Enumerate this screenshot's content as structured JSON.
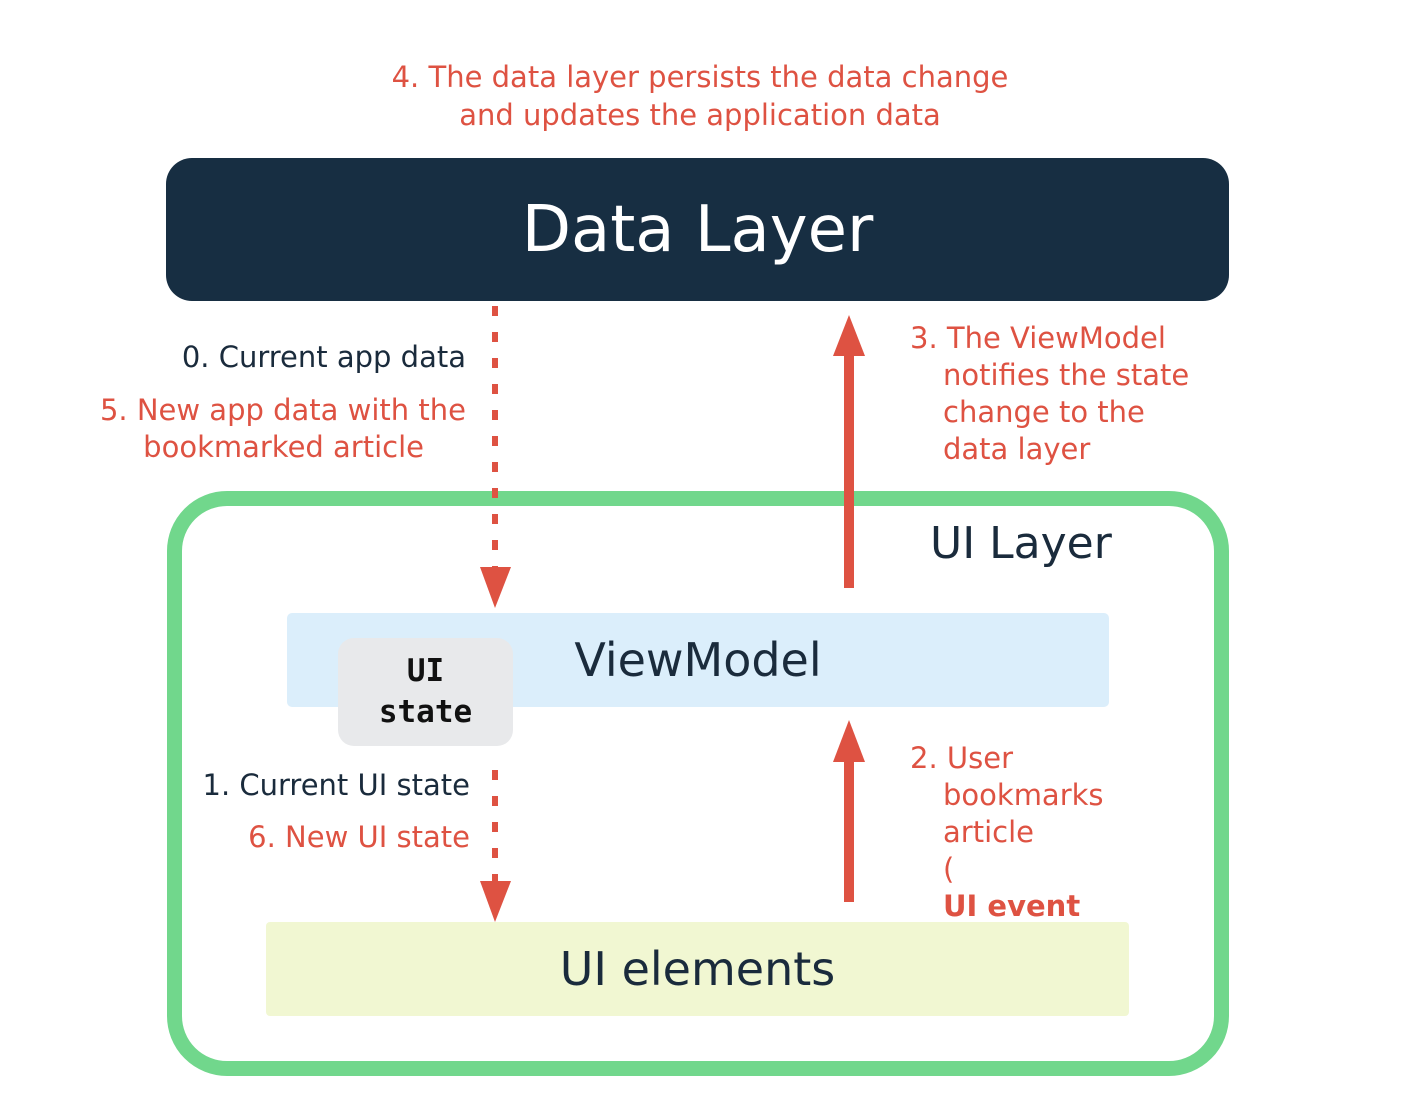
{
  "notes": {
    "step4_line1": "4. The data layer persists the data change",
    "step4_line2": "and updates the application data",
    "step0": "0. Current app data",
    "step5_line1": "5. New app data with the",
    "step5_line2": "bookmarked article",
    "step3_line1": "3. The ViewModel",
    "step3_line2": "notifies the state",
    "step3_line3": "change to the",
    "step3_line4": "data layer",
    "step1": "1. Current UI state",
    "step6": "6. New UI state",
    "step2_line1": "2. User",
    "step2_line2": "bookmarks",
    "step2_line3": "article",
    "step2_paren_open": "(",
    "step2_event": "UI event",
    "step2_paren_close": ")"
  },
  "boxes": {
    "data_layer": "Data Layer",
    "ui_layer": "UI Layer",
    "viewmodel": "ViewModel",
    "ui_state_line1": "UI",
    "ui_state_line2": "state",
    "ui_elements": "UI elements"
  },
  "colors": {
    "accent_red": "#de5242",
    "data_layer_bg": "#172e42",
    "ui_layer_border": "#71d78c",
    "viewmodel_bg": "#dbeefb",
    "ui_elements_bg": "#f1f7d2",
    "ui_state_bg": "#e8e9eb",
    "dark_text": "#1a2b3c"
  }
}
